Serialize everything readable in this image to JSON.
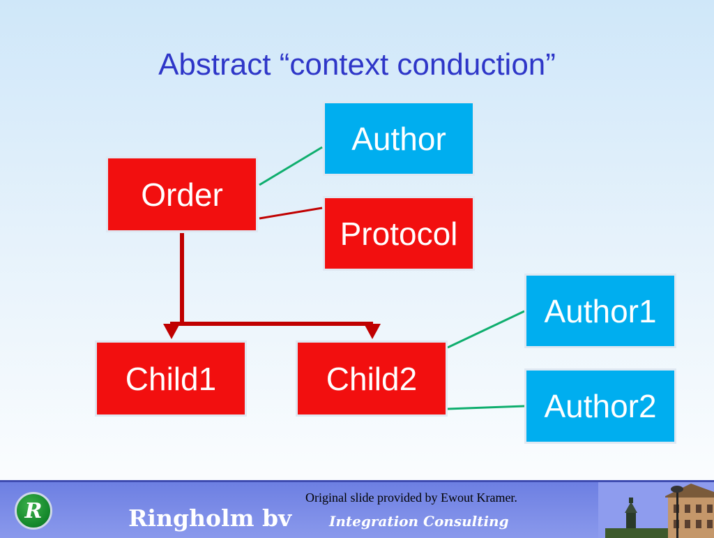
{
  "slide": {
    "title": "Abstract “context conduction”"
  },
  "nodes": {
    "order": "Order",
    "author": "Author",
    "protocol": "Protocol",
    "child1": "Child1",
    "child2": "Child2",
    "author1": "Author1",
    "author2": "Author2"
  },
  "colors": {
    "title": "#2e36c8",
    "red_box": "#f20f0f",
    "blue_box": "#00aeef",
    "green_line": "#0fae6e",
    "dark_red_line": "#c00000",
    "footer": "#7a8ae6"
  },
  "footer": {
    "logo_letter": "R",
    "company": "Ringholm bv",
    "tagline": "Integration Consulting",
    "credit": "Original slide provided by Ewout Kramer."
  }
}
